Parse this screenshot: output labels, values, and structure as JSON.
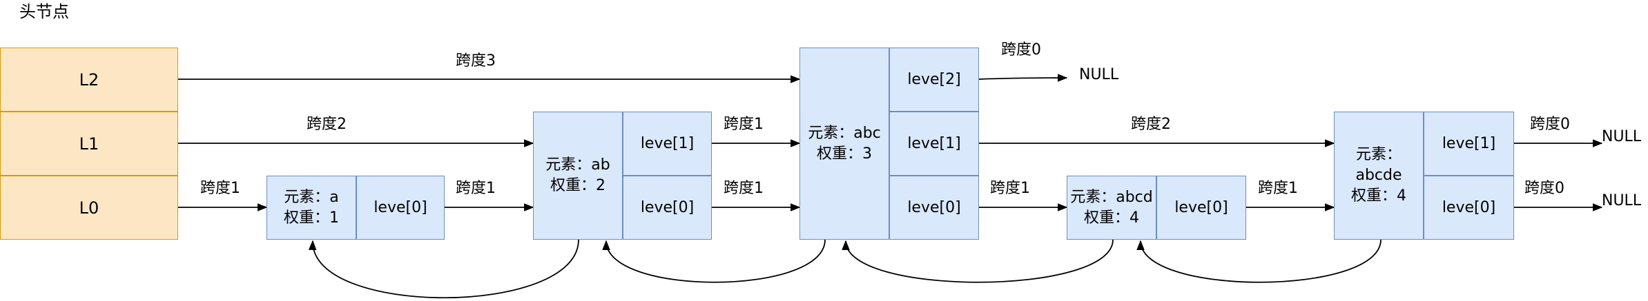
{
  "header": {
    "title": "头节点"
  },
  "head_levels": [
    "L2",
    "L1",
    "L0"
  ],
  "nodes": [
    {
      "element_label": "元素：a",
      "weight_label": "权重：1",
      "levels": [
        "leve[0]"
      ]
    },
    {
      "element_label": "元素：ab",
      "weight_label": "权重：2",
      "levels": [
        "leve[1]",
        "leve[0]"
      ]
    },
    {
      "element_label": "元素：abc",
      "weight_label": "权重：3",
      "levels": [
        "leve[2]",
        "leve[1]",
        "leve[0]"
      ]
    },
    {
      "element_label": "元素：abcd",
      "weight_label": "权重：4",
      "levels": [
        "leve[0]"
      ]
    },
    {
      "element_label": "元素：",
      "element_value": "abcde",
      "weight_label": "权重：4",
      "levels": [
        "leve[1]",
        "leve[0]"
      ]
    }
  ],
  "spans": {
    "head_l2": "跨度3",
    "head_l1": "跨度2",
    "head_l0": "跨度1",
    "a_l0": "跨度1",
    "ab_l1": "跨度1",
    "ab_l0": "跨度1",
    "abc_l2": "跨度0",
    "abc_l1": "跨度2",
    "abc_l0": "跨度1",
    "abcd_l0": "跨度1",
    "abcde_l1": "跨度0",
    "abcde_l0": "跨度0"
  },
  "null_label": "NULL",
  "colors": {
    "head_fill": "#fde6c4",
    "head_border": "#d79b00",
    "node_fill": "#dae8fc",
    "node_border": "#6c8ebf",
    "arrow": "#000000"
  }
}
